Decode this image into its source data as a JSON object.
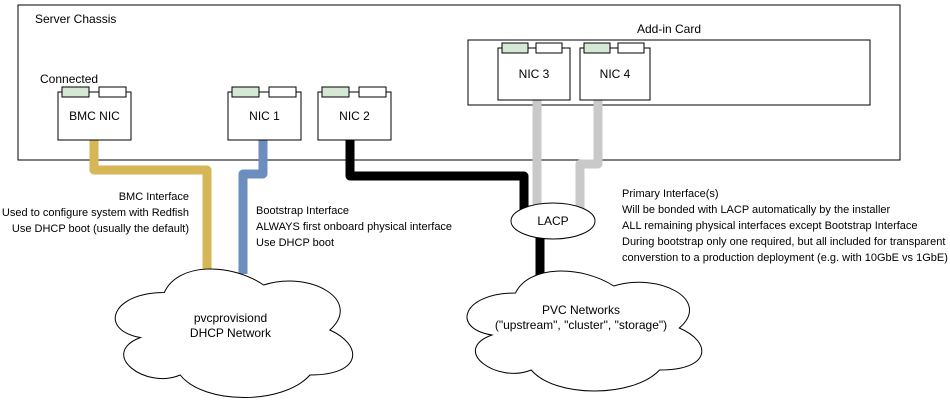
{
  "diagram": {
    "labels": {
      "server_chassis": "Server Chassis",
      "connected": "Connected",
      "addin_card": "Add-in Card",
      "lacp": "LACP"
    },
    "nics": {
      "bmc": {
        "label": "BMC NIC"
      },
      "nic1": {
        "label": "NIC 1"
      },
      "nic2": {
        "label": "NIC 2"
      },
      "nic3": {
        "label": "NIC 3"
      },
      "nic4": {
        "label": "NIC 4"
      }
    },
    "annotations": {
      "bmc_interface": "BMC Interface\nUsed to configure system with Redfish\nUse DHCP boot (usually the default)",
      "bootstrap_interface": "Bootstrap Interface\nALWAYS first onboard physical interface\nUse DHCP boot",
      "primary_interface": "Primary Interface(s)\nWill be bonded with LACP automatically by the installer\nALL remaining physical interfaces except Bootstrap Interface\nDuring bootstrap only one required, but all included for transparent\nconverstion to a production deployment (e.g. with 10GbE vs 1GbE)"
    },
    "clouds": {
      "dhcp_network": "pvcprovisiond\nDHCP Network",
      "pvc_networks": "PVC Networks\n(\"upstream\", \"cluster\", \"storage\")"
    },
    "colors": {
      "bmc_cable": "#d6b656",
      "bootstrap_cable": "#6c8ebf",
      "primary_cable": "#000000",
      "addin_cable": "#c9c9c9",
      "connected_port": "#d5e8d4",
      "unused_port": "#ffffff"
    }
  }
}
